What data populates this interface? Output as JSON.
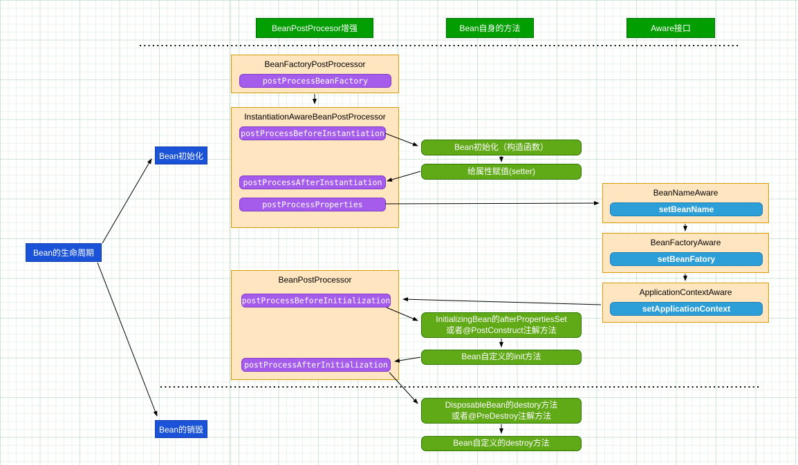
{
  "colors": {
    "header_green": "#009e00",
    "method_green": "#60a917",
    "container_fill": "#ffe6c0",
    "container_border": "#d79b00",
    "purple_button": "#a55ceb",
    "blue_button": "#2d9fd8",
    "blue_label": "#1a53d8"
  },
  "headers": {
    "postprocessor_enhance": "BeanPostProcesor增强",
    "bean_own_methods": "Bean自身的方法",
    "aware_interface": "Aware接口"
  },
  "left": {
    "lifecycle": "Bean的生命周期",
    "init": "Bean初始化",
    "destroy": "Bean的销毁"
  },
  "containers": {
    "beanFactoryPostProcessor": {
      "title": "BeanFactoryPostProcessor",
      "m1": "postProcessBeanFactory"
    },
    "instantiationAwareBeanPostProcessor": {
      "title": "InstantiationAwareBeanPostProcessor",
      "m1": "postProcessBeforeInstantiation",
      "m2": "postProcessAfterInstantiation",
      "m3": "postProcessProperties"
    },
    "beanPostProcessor": {
      "title": "BeanPostProcessor",
      "m1": "postProcessBeforeInitialization",
      "m2": "postProcessAfterInitialization"
    },
    "beanNameAware": {
      "title": "BeanNameAware",
      "m1": "setBeanName"
    },
    "beanFactoryAware": {
      "title": "BeanFactoryAware",
      "m1": "setBeanFatory"
    },
    "applicationContextAware": {
      "title": "ApplicationContextAware",
      "m1": "setApplicationContext"
    }
  },
  "steps": {
    "constructor": "Bean初始化（构造函数）",
    "setter": "给属性赋值(setter)",
    "after_properties_line1": "InitializingBean的afterPropertiesSet",
    "after_properties_line2": "或者@PostConstruct注解方法",
    "custom_init": "Bean自定义的init方法",
    "disposable_line1": "DisposableBean的destory方法",
    "disposable_line2": "或者@PreDestroy注解方法",
    "custom_destroy": "Bean自定义的destroy方法"
  }
}
